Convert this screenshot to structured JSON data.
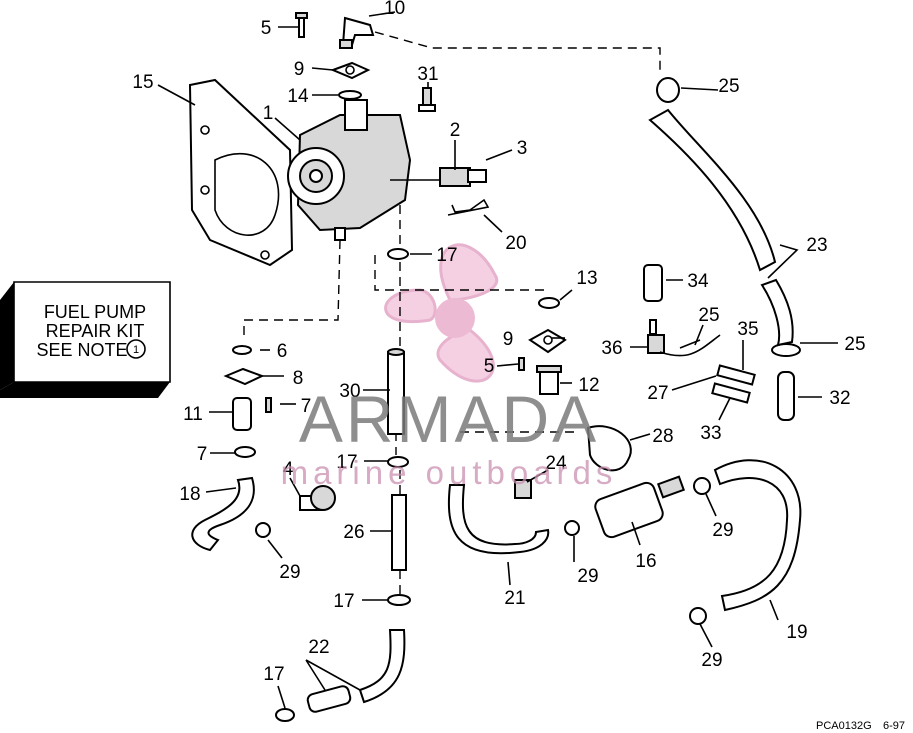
{
  "callouts": {
    "c1": "1",
    "c2": "2",
    "c3": "3",
    "c4": "4",
    "c5a": "5",
    "c5b": "5",
    "c6": "6",
    "c7a": "7",
    "c7b": "7",
    "c8": "8",
    "c9a": "9",
    "c9b": "9",
    "c10": "10",
    "c11": "11",
    "c12": "12",
    "c13": "13",
    "c14": "14",
    "c15": "15",
    "c16": "16",
    "c17a": "17",
    "c17b": "17",
    "c17c": "17",
    "c17d": "17",
    "c18": "18",
    "c19": "19",
    "c20": "20",
    "c21": "21",
    "c22": "22",
    "c23": "23",
    "c24": "24",
    "c25a": "25",
    "c25b": "25",
    "c25c": "25",
    "c26": "26",
    "c27": "27",
    "c28": "28",
    "c29a": "29",
    "c29b": "29",
    "c29c": "29",
    "c29d": "29",
    "c30": "30",
    "c31": "31",
    "c32": "32",
    "c33": "33",
    "c34": "34",
    "c35": "35",
    "c36": "36"
  },
  "kit_box": {
    "line1": "FUEL PUMP",
    "line2": "REPAIR KIT",
    "line3": "SEE NOTE",
    "note_number": "1"
  },
  "watermark": {
    "brand": "ARMADA",
    "tagline": "marine outboards",
    "logo_color": "#e9a9c9",
    "text_color": "#7b7b7b"
  },
  "footer": {
    "drawing_code": "PCA0132G",
    "date": "6-97"
  }
}
